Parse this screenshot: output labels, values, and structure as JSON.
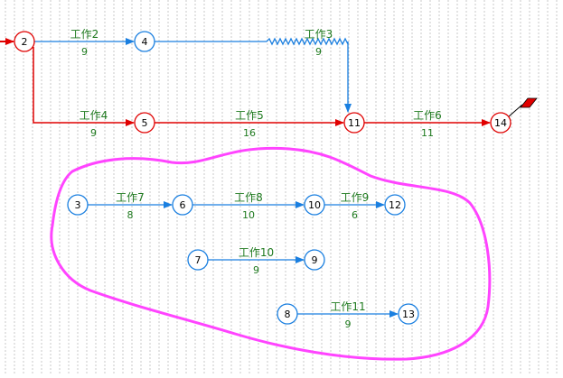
{
  "colors": {
    "critical": "#e00000",
    "normal": "#1a7fe0",
    "label": "#1f7a1f",
    "wavy": "#1a7fe0",
    "region": "#ff44ff",
    "grid": "#c8c8c8",
    "flag": "#e00000"
  },
  "diagram": {
    "nodes": [
      {
        "id": "2",
        "critical": true
      },
      {
        "id": "4",
        "critical": false
      },
      {
        "id": "5",
        "critical": true
      },
      {
        "id": "11",
        "critical": true
      },
      {
        "id": "14",
        "critical": true
      },
      {
        "id": "3",
        "critical": false
      },
      {
        "id": "6",
        "critical": false
      },
      {
        "id": "10",
        "critical": false
      },
      {
        "id": "12",
        "critical": false
      },
      {
        "id": "7",
        "critical": false
      },
      {
        "id": "9",
        "critical": false
      },
      {
        "id": "8",
        "critical": false
      },
      {
        "id": "13",
        "critical": false
      }
    ],
    "activities": [
      {
        "from": "2",
        "to": "4",
        "name": "工作2",
        "duration": "9",
        "critical": false
      },
      {
        "from": "4",
        "to": "11",
        "name": "工作3",
        "duration": "9",
        "critical": false,
        "free_float": true
      },
      {
        "from": "2",
        "to": "5",
        "name": "工作4",
        "duration": "9",
        "critical": true
      },
      {
        "from": "5",
        "to": "11",
        "name": "工作5",
        "duration": "16",
        "critical": true
      },
      {
        "from": "11",
        "to": "14",
        "name": "工作6",
        "duration": "11",
        "critical": true
      },
      {
        "from": "3",
        "to": "6",
        "name": "工作7",
        "duration": "8",
        "critical": false
      },
      {
        "from": "6",
        "to": "10",
        "name": "工作8",
        "duration": "10",
        "critical": false
      },
      {
        "from": "10",
        "to": "12",
        "name": "工作9",
        "duration": "6",
        "critical": false
      },
      {
        "from": "7",
        "to": "9",
        "name": "工作10",
        "duration": "9",
        "critical": false
      },
      {
        "from": "8",
        "to": "13",
        "name": "工作11",
        "duration": "9",
        "critical": false
      }
    ]
  }
}
